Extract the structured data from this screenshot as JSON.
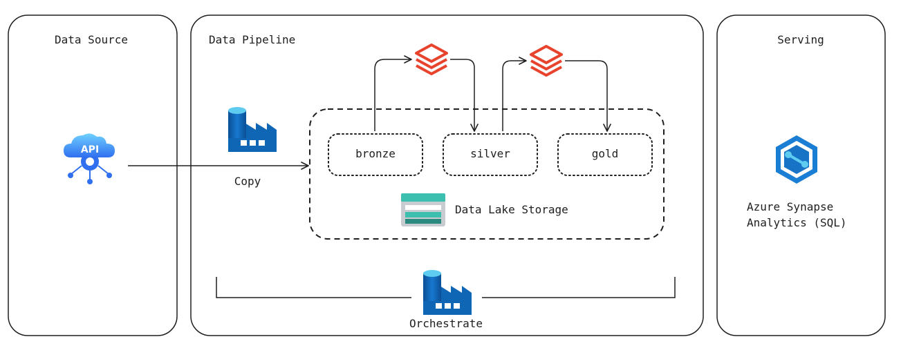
{
  "panels": {
    "source": {
      "title": "Data Source"
    },
    "pipeline": {
      "title": "Data Pipeline"
    },
    "serving": {
      "title": "Serving"
    }
  },
  "source": {
    "api_badge": "API",
    "icon": "api-cloud-gear-icon"
  },
  "pipeline": {
    "copy_label": "Copy",
    "layers": [
      "bronze",
      "silver",
      "gold"
    ],
    "storage_label": "Data Lake Storage",
    "orchestrate_label": "Orchestrate",
    "icons": {
      "factory": "data-factory-icon",
      "databricks": "databricks-icon",
      "storage": "storage-account-icon"
    }
  },
  "serving": {
    "synapse_label": "Azure Synapse\nAnalytics (SQL)",
    "icon": "synapse-icon"
  },
  "colors": {
    "stroke": "#1e1e1e",
    "databricks": "#e8432d",
    "azure_blue": "#0f66b4",
    "azure_light": "#5ecbf0",
    "storage_teal": "#3dbfb0",
    "api_blue": "#2f8ff7"
  }
}
